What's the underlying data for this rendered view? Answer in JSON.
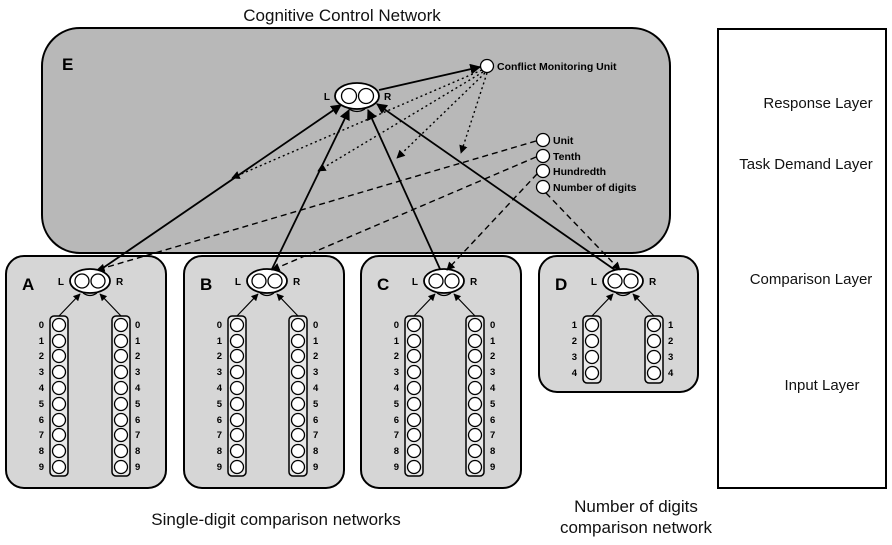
{
  "title": "Cognitive Control Network",
  "panel_E": {
    "letter": "E",
    "monitor_label": "Conflict Monitoring Unit",
    "response_L": "L",
    "response_R": "R",
    "task_units": [
      "Unit",
      "Tenth",
      "Hundredth",
      "Number of digits"
    ]
  },
  "panels": [
    {
      "letter": "A",
      "L": "L",
      "R": "R",
      "digits": [
        "0",
        "1",
        "2",
        "3",
        "4",
        "5",
        "6",
        "7",
        "8",
        "9"
      ]
    },
    {
      "letter": "B",
      "L": "L",
      "R": "R",
      "digits": [
        "0",
        "1",
        "2",
        "3",
        "4",
        "5",
        "6",
        "7",
        "8",
        "9"
      ]
    },
    {
      "letter": "C",
      "L": "L",
      "R": "R",
      "digits": [
        "0",
        "1",
        "2",
        "3",
        "4",
        "5",
        "6",
        "7",
        "8",
        "9"
      ]
    },
    {
      "letter": "D",
      "L": "L",
      "R": "R",
      "digits": [
        "1",
        "2",
        "3",
        "4"
      ]
    }
  ],
  "layer_labels": [
    "Response Layer",
    "Task Demand Layer",
    "Comparison Layer",
    "Input Layer"
  ],
  "captions": {
    "single_digit": "Single-digit comparison networks",
    "number_of_digits_line1": "Number of digits",
    "number_of_digits_line2": "comparison network"
  }
}
